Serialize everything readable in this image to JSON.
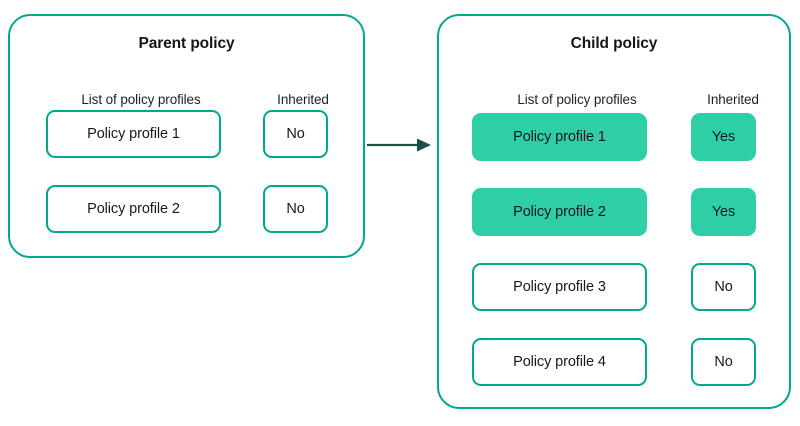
{
  "diagram": {
    "title_hidden": "",
    "colors": {
      "accent_border": "#00a88e",
      "accent_fill": "#2ecfa7",
      "arrow": "#1f4e4a",
      "text": "#16191d",
      "background": "#ffffff"
    },
    "arrow": {
      "icon": "arrow-right-icon",
      "direction": "left-to-right",
      "from": "Parent policy",
      "to": "Child policy"
    },
    "panels": [
      {
        "id": "parent",
        "title": "Parent policy",
        "headers": {
          "profiles": "List of policy profiles",
          "inherited": "Inherited"
        },
        "rows": [
          {
            "profile": "Policy profile 1",
            "inherited": "No",
            "highlighted": false
          },
          {
            "profile": "Policy profile 2",
            "inherited": "No",
            "highlighted": false
          }
        ]
      },
      {
        "id": "child",
        "title": "Child policy",
        "headers": {
          "profiles": "List of policy profiles",
          "inherited": "Inherited"
        },
        "rows": [
          {
            "profile": "Policy profile 1",
            "inherited": "Yes",
            "highlighted": true
          },
          {
            "profile": "Policy profile 2",
            "inherited": "Yes",
            "highlighted": true
          },
          {
            "profile": "Policy profile 3",
            "inherited": "No",
            "highlighted": false
          },
          {
            "profile": "Policy profile 4",
            "inherited": "No",
            "highlighted": false
          }
        ]
      }
    ]
  }
}
